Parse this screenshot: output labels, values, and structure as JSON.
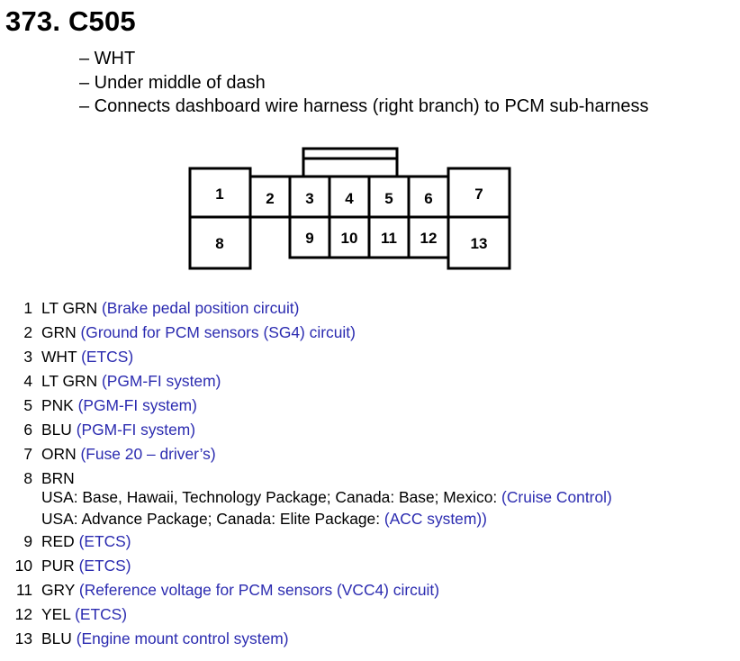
{
  "header": {
    "title": "373. C505",
    "lines": [
      "– WHT",
      "– Under middle of dash",
      "– Connects dashboard wire harness (right branch) to PCM sub-harness"
    ]
  },
  "connector": {
    "pins_top": [
      "1",
      "2",
      "3",
      "4",
      "5",
      "6",
      "7"
    ],
    "pins_bottom": [
      "8",
      "9",
      "10",
      "11",
      "12",
      "13"
    ]
  },
  "pins": [
    {
      "num": "1",
      "color": "LT GRN",
      "desc": "(Brake pedal position circuit)"
    },
    {
      "num": "2",
      "color": "GRN",
      "desc": "(Ground for PCM sensors (SG4) circuit)"
    },
    {
      "num": "3",
      "color": "WHT",
      "desc": "(ETCS)"
    },
    {
      "num": "4",
      "color": "LT GRN",
      "desc": "(PGM-FI system)"
    },
    {
      "num": "5",
      "color": "PNK",
      "desc": "(PGM-FI system)"
    },
    {
      "num": "6",
      "color": "BLU",
      "desc": "(PGM-FI system)"
    },
    {
      "num": "7",
      "color": "ORN",
      "desc": "(Fuse 20 – driver’s)"
    },
    {
      "num": "8",
      "color": "BRN",
      "desc": ""
    },
    {
      "num": "9",
      "color": "RED",
      "desc": "(ETCS)"
    },
    {
      "num": "10",
      "color": "PUR",
      "desc": "(ETCS)"
    },
    {
      "num": "11",
      "color": "GRY",
      "desc": "(Reference voltage for PCM sensors (VCC4) circuit)"
    },
    {
      "num": "12",
      "color": "YEL",
      "desc": "(ETCS)"
    },
    {
      "num": "13",
      "color": "BLU",
      "desc": "(Engine mount control system)"
    }
  ],
  "pin8_notes": [
    {
      "text": "USA: Base, Hawaii, Technology Package; Canada: Base; Mexico: ",
      "link": "(Cruise Control)"
    },
    {
      "text": "USA: Advance Package; Canada: Elite Package: ",
      "link": "(ACC system))"
    }
  ],
  "colors": {
    "link": "#2b2bb0",
    "text": "#000000"
  }
}
